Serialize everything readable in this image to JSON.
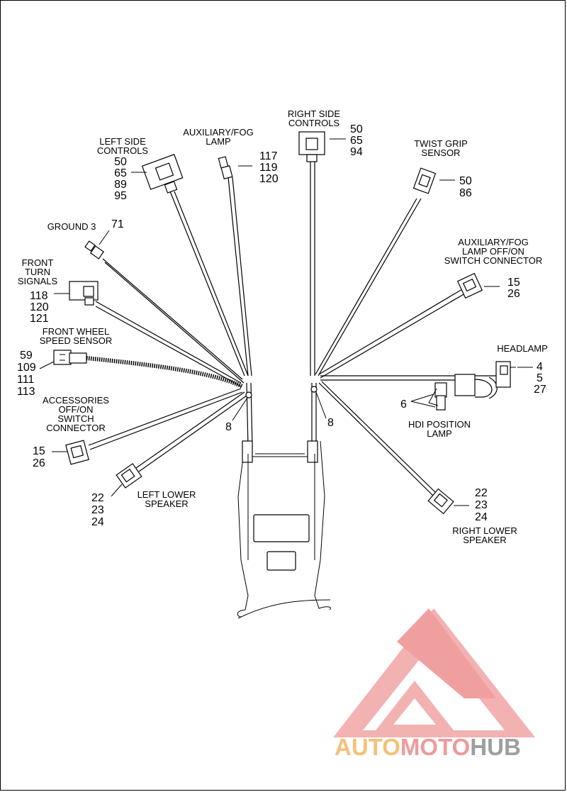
{
  "components": {
    "left_side_controls": {
      "label": [
        "LEFT SIDE",
        "CONTROLS"
      ],
      "numbers": [
        "50",
        "65",
        "89",
        "95"
      ]
    },
    "aux_fog_lamp": {
      "label": [
        "AUXILIARY/FOG",
        "LAMP"
      ],
      "numbers": [
        "117",
        "119",
        "120"
      ]
    },
    "right_side_controls": {
      "label": [
        "RIGHT SIDE",
        "CONTROLS"
      ],
      "numbers": [
        "50",
        "65",
        "94"
      ]
    },
    "twist_grip_sensor": {
      "label": [
        "TWIST GRIP",
        "SENSOR"
      ],
      "numbers": [
        "50",
        "86"
      ]
    },
    "ground_3": {
      "label": [
        "GROUND 3"
      ],
      "numbers": [
        "71"
      ]
    },
    "front_turn_signals": {
      "label": [
        "FRONT",
        "TURN",
        "SIGNALS"
      ],
      "numbers": [
        "118",
        "120",
        "121"
      ]
    },
    "aux_fog_switch": {
      "label": [
        "AUXILIARY/FOG",
        "LAMP OFF/ON",
        "SWITCH CONNECTOR"
      ],
      "numbers": [
        "15",
        "26"
      ]
    },
    "front_wheel_speed_sensor": {
      "label": [
        "FRONT WHEEL",
        "SPEED SENSOR"
      ],
      "numbers": [
        "59",
        "109",
        "111",
        "113"
      ]
    },
    "headlamp": {
      "label": [
        "HEADLAMP"
      ],
      "numbers": [
        "4",
        "5",
        "27"
      ]
    },
    "accessories_switch": {
      "label": [
        "ACCESSORIES",
        "OFF/ON",
        "SWITCH",
        "CONNECTOR"
      ],
      "numbers": [
        "15",
        "26"
      ]
    },
    "hdi_position_lamp": {
      "label": [
        "HDI POSITION",
        "LAMP"
      ],
      "numbers": [
        "6"
      ]
    },
    "left_lower_speaker": {
      "label": [
        "LEFT LOWER",
        "SPEAKER"
      ],
      "numbers": [
        "22",
        "23",
        "24"
      ]
    },
    "right_lower_speaker": {
      "label": [
        "RIGHT LOWER",
        "SPEAKER"
      ],
      "numbers": [
        "22",
        "23",
        "24"
      ]
    },
    "left_clip": {
      "numbers": [
        "8"
      ]
    },
    "right_clip": {
      "numbers": [
        "8"
      ]
    }
  },
  "watermark": {
    "part1": "AUTO",
    "part2": "MOTO",
    "part3": "HUB",
    "colors": {
      "auto": "#f5c07a",
      "moto": "#ef9a9a",
      "hub": "#9e9e9e",
      "logo": "#ef9a9a"
    }
  }
}
